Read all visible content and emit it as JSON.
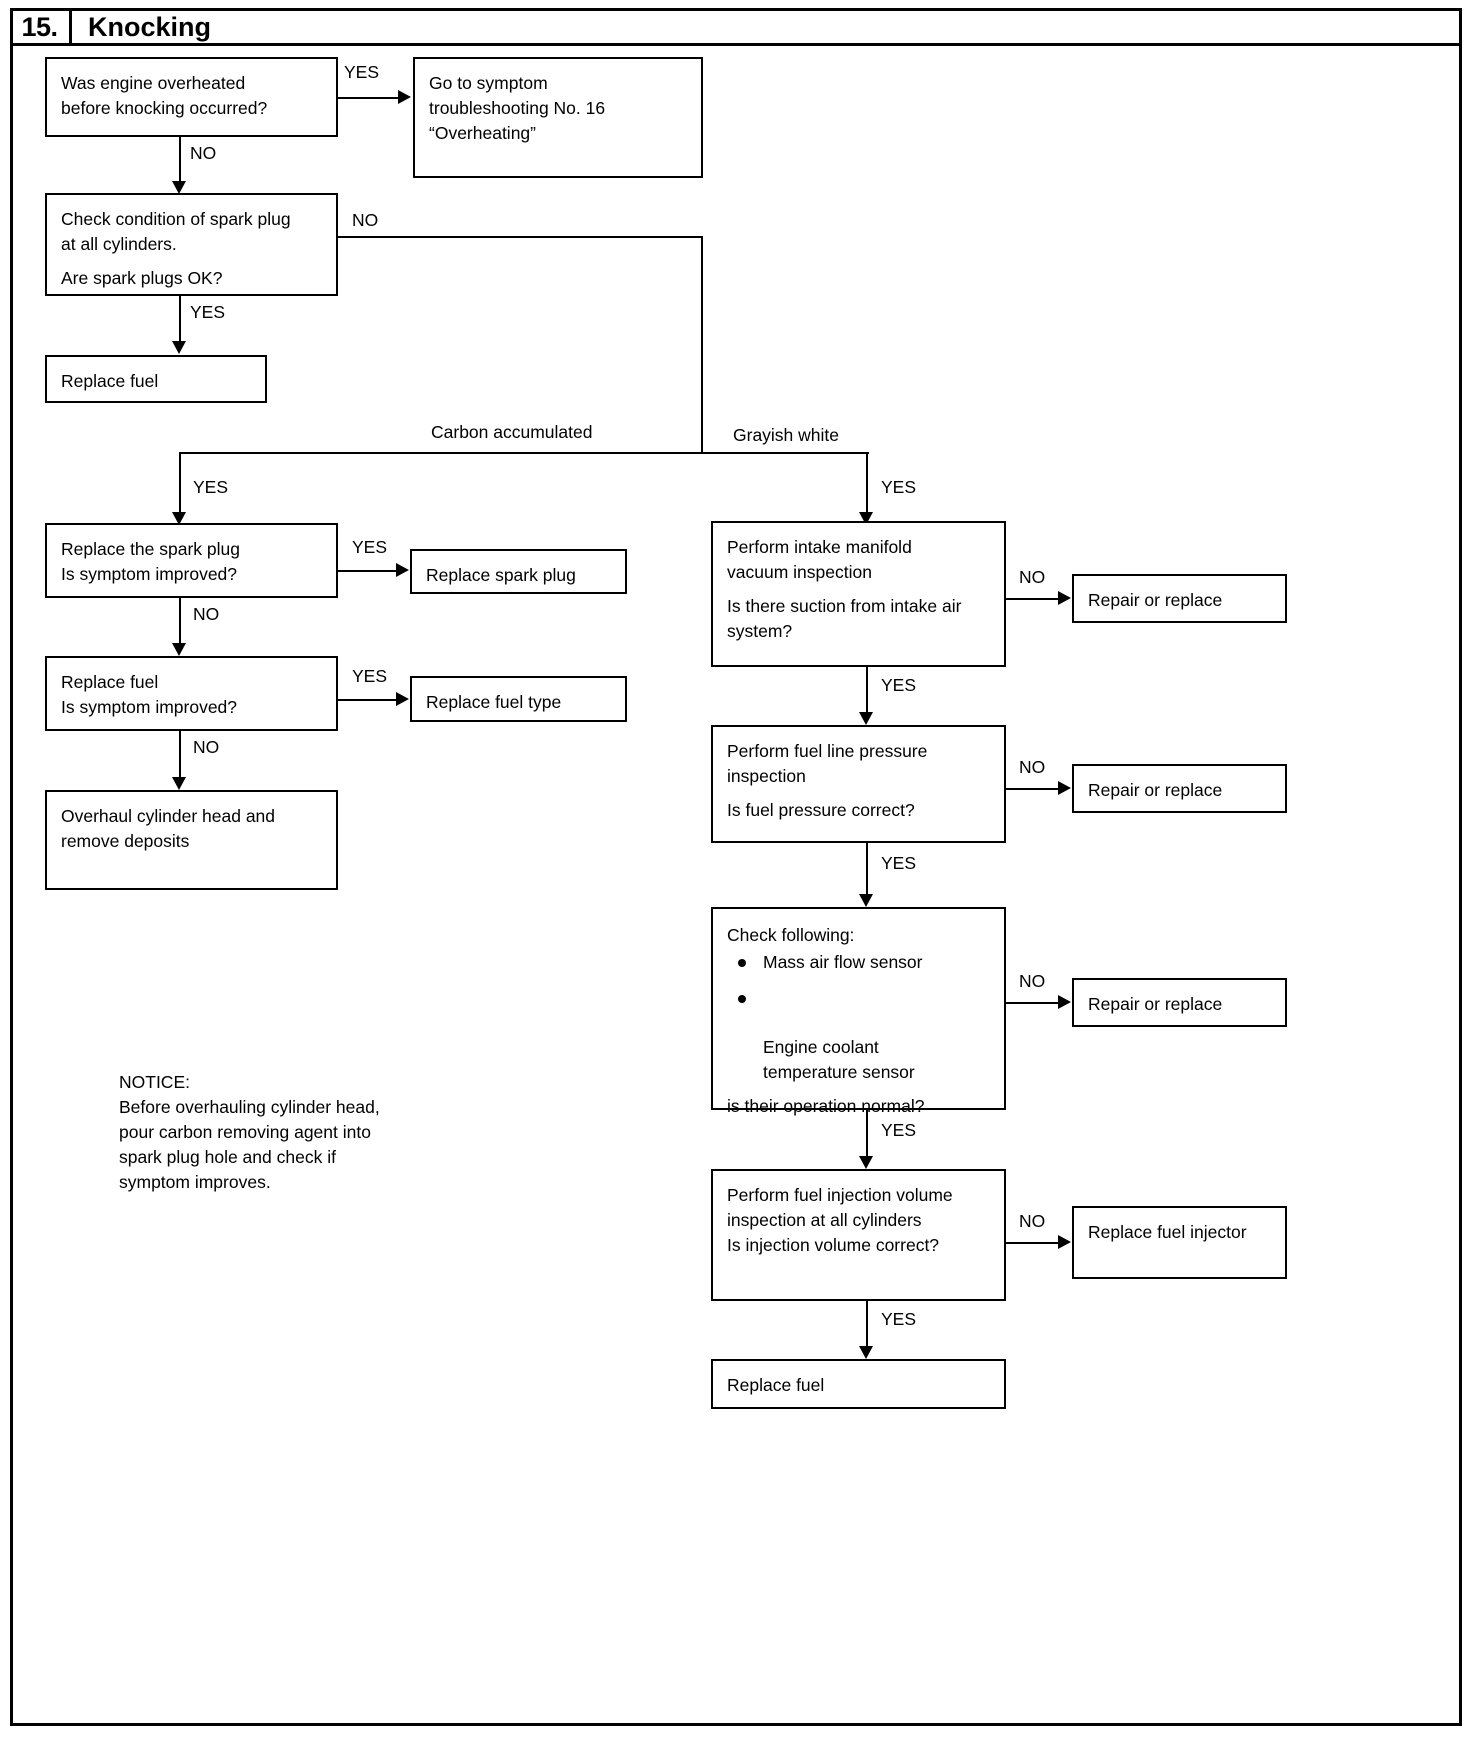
{
  "header": {
    "number": "15.",
    "title": "Knocking"
  },
  "nodes": {
    "overheated_q": {
      "lines": [
        "Was engine overheated",
        "before knocking occurred?"
      ]
    },
    "goto_no16": {
      "lines": [
        "Go to symptom",
        "troubleshooting No. 16",
        "“Overheating”"
      ]
    },
    "spark_plug_check": {
      "lines": [
        "Check condition of spark plug",
        "at all cylinders.",
        "",
        "Are spark plugs OK?"
      ]
    },
    "replace_fuel_top": {
      "lines": [
        "Replace fuel"
      ]
    },
    "replace_spark_plug_q": {
      "lines": [
        "Replace the spark plug",
        "Is symptom improved?"
      ]
    },
    "replace_spark_plug": {
      "lines": [
        "Replace spark plug"
      ]
    },
    "replace_fuel_q": {
      "lines": [
        "Replace fuel",
        "Is symptom improved?"
      ]
    },
    "replace_fuel_type": {
      "lines": [
        "Replace fuel type"
      ]
    },
    "overhaul_head": {
      "lines": [
        "Overhaul cylinder head and",
        "remove deposits"
      ]
    },
    "intake_manifold_q": {
      "lines": [
        "Perform intake manifold",
        "vacuum inspection",
        "",
        "Is there suction from intake air",
        "system?"
      ]
    },
    "repair_replace_1": {
      "lines": [
        "Repair or replace"
      ]
    },
    "fuel_line_q": {
      "lines": [
        "Perform fuel line pressure",
        "inspection",
        "",
        "Is fuel pressure correct?"
      ]
    },
    "repair_replace_2": {
      "lines": [
        "Repair or replace"
      ]
    },
    "check_following": {
      "heading": "Check following:",
      "bullets": [
        "Mass air flow sensor",
        "Engine coolant\ntemperature sensor"
      ],
      "question": "is their operation normal?"
    },
    "repair_replace_3": {
      "lines": [
        "Repair or replace"
      ]
    },
    "fuel_injection_q": {
      "lines": [
        "Perform fuel injection volume",
        "inspection at all cylinders",
        "Is injection volume correct?"
      ]
    },
    "replace_fuel_injector": {
      "lines": [
        "Replace fuel injector"
      ]
    },
    "replace_fuel_bottom": {
      "lines": [
        "Replace fuel"
      ]
    }
  },
  "edges": {
    "yes_overheated": "YES",
    "no_overheated": "NO",
    "no_sparkplug": "NO",
    "yes_sparkplug": "YES",
    "carbon_accumulated": "Carbon accumulated",
    "grayish_white": "Grayish white",
    "yes_carbon": "YES",
    "yes_grayish": "YES",
    "yes_replace_plug": "YES",
    "no_replace_plug": "NO",
    "yes_replace_fuel": "YES",
    "no_replace_fuel": "NO",
    "no_intake": "NO",
    "yes_intake": "YES",
    "no_fuel_line": "NO",
    "yes_fuel_line": "YES",
    "no_check_following": "NO",
    "yes_check_following": "YES",
    "no_injection": "NO",
    "yes_injection": "YES"
  },
  "notice": {
    "title": "NOTICE:",
    "lines": [
      "Before overhauling cylinder head,",
      "pour carbon removing agent into",
      "spark plug hole and check if",
      "symptom improves."
    ]
  },
  "colors": {
    "ink": "#000000",
    "paper": "#ffffff"
  }
}
